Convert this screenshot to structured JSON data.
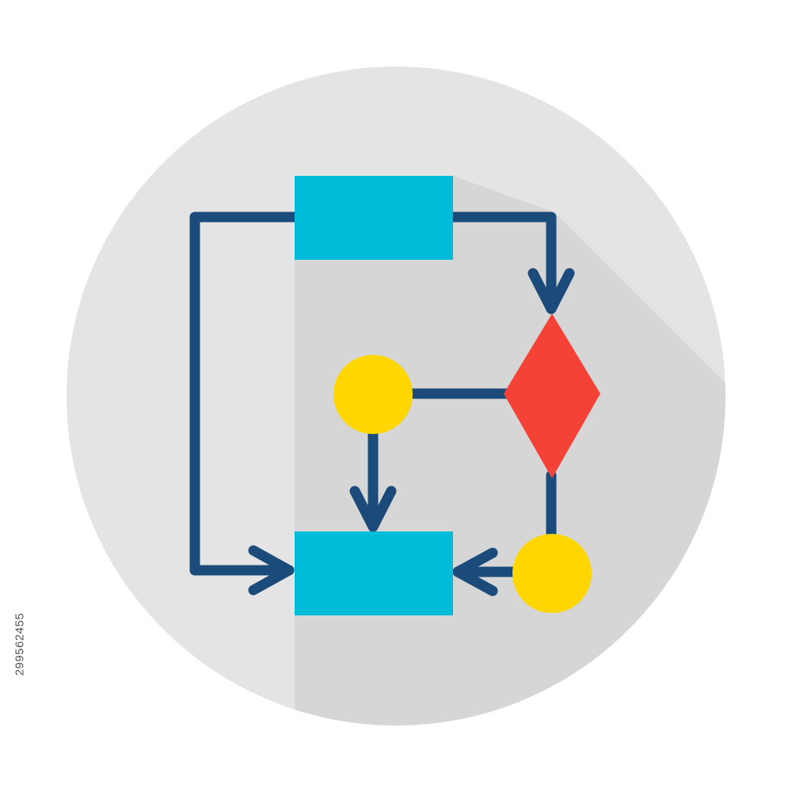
{
  "colors": {
    "background": "#ffffff",
    "badge": "#e4e4e4",
    "shadow": "#d6d6d6",
    "line": "#1b4b7a",
    "process_box": "#00bcd9",
    "decision": "#f44336",
    "terminal": "#ffd600",
    "caption": "#555555"
  },
  "icon": {
    "name": "flowchart-icon",
    "shapes": [
      {
        "name": "process-box-top",
        "kind": "rectangle"
      },
      {
        "name": "decision-diamond",
        "kind": "diamond"
      },
      {
        "name": "terminal-circle-left",
        "kind": "circle"
      },
      {
        "name": "terminal-circle-right",
        "kind": "circle"
      },
      {
        "name": "process-box-bottom",
        "kind": "rectangle"
      }
    ]
  },
  "caption": {
    "stock_id": "299562455"
  }
}
